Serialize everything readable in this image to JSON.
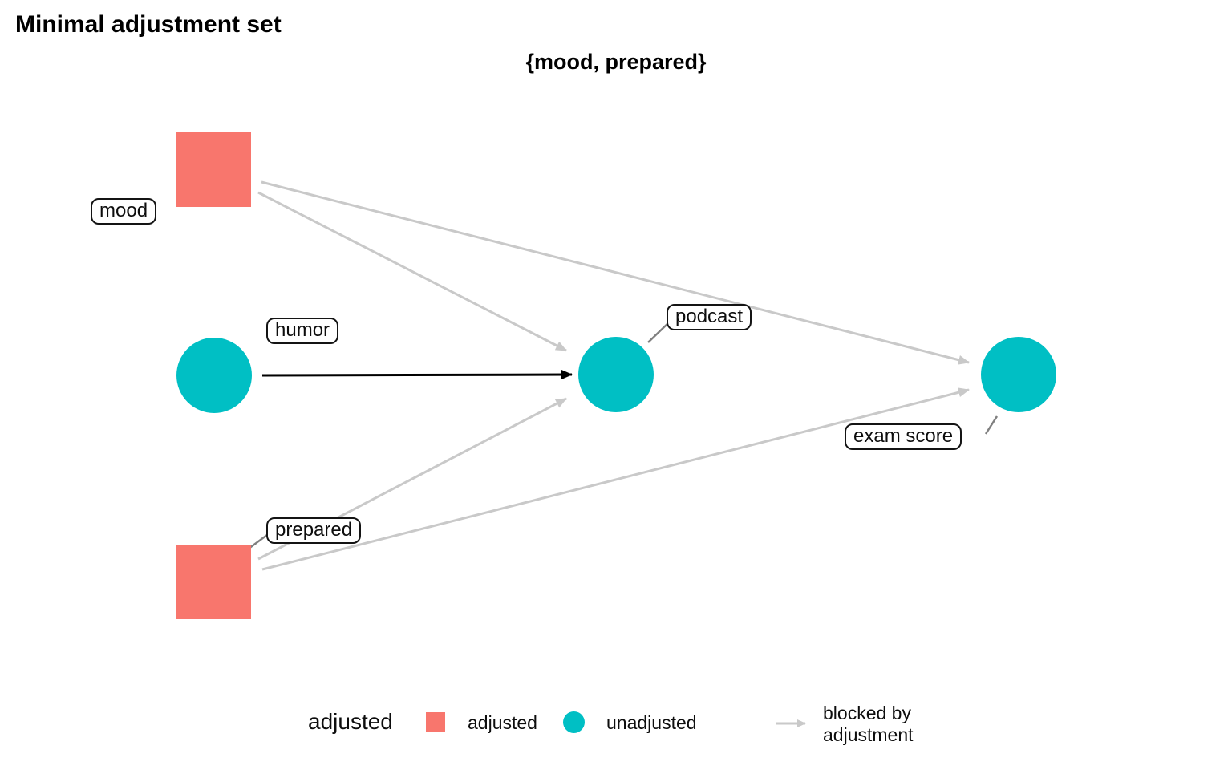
{
  "title": "Minimal adjustment set",
  "subtitle": "{mood, prepared}",
  "colors": {
    "adjusted": "#F8766D",
    "unadjusted": "#00BFC4",
    "edge_blocked": "#C9C9C9",
    "edge_open": "#000000",
    "leader": "#808080"
  },
  "nodes": [
    {
      "id": "mood",
      "label": "mood",
      "role": "adjusted",
      "shape": "square"
    },
    {
      "id": "humor",
      "label": "humor",
      "role": "unadjusted",
      "shape": "circle"
    },
    {
      "id": "podcast",
      "label": "podcast",
      "role": "unadjusted",
      "shape": "circle"
    },
    {
      "id": "prepared",
      "label": "prepared",
      "role": "adjusted",
      "shape": "square"
    },
    {
      "id": "exam_score",
      "label": "exam score",
      "role": "unadjusted",
      "shape": "circle"
    }
  ],
  "edges": [
    {
      "from": "mood",
      "to": "podcast",
      "status": "blocked by adjustment"
    },
    {
      "from": "mood",
      "to": "exam score",
      "status": "blocked by adjustment"
    },
    {
      "from": "humor",
      "to": "podcast",
      "status": "open"
    },
    {
      "from": "prepared",
      "to": "podcast",
      "status": "blocked by adjustment"
    },
    {
      "from": "prepared",
      "to": "exam score",
      "status": "blocked by adjustment"
    }
  ],
  "legend": {
    "title": "adjusted",
    "items": [
      {
        "swatch": "square",
        "label": "adjusted"
      },
      {
        "swatch": "circle",
        "label": "unadjusted"
      },
      {
        "swatch": "arrow",
        "label": "blocked by adjustment"
      }
    ]
  },
  "chart_data": {
    "type": "dag",
    "title": "Minimal adjustment set",
    "subtitle": "{mood, prepared}",
    "adjustment_set": [
      "mood",
      "prepared"
    ],
    "exposure": "humor",
    "outcome_node": "exam score",
    "nodes": [
      "mood",
      "humor",
      "podcast",
      "prepared",
      "exam score"
    ],
    "adjusted_nodes": [
      "mood",
      "prepared"
    ],
    "unadjusted_nodes": [
      "humor",
      "podcast",
      "exam score"
    ],
    "edges": [
      [
        "mood",
        "podcast",
        "blocked"
      ],
      [
        "mood",
        "exam score",
        "blocked"
      ],
      [
        "humor",
        "podcast",
        "open"
      ],
      [
        "prepared",
        "podcast",
        "blocked"
      ],
      [
        "prepared",
        "exam score",
        "blocked"
      ]
    ]
  }
}
